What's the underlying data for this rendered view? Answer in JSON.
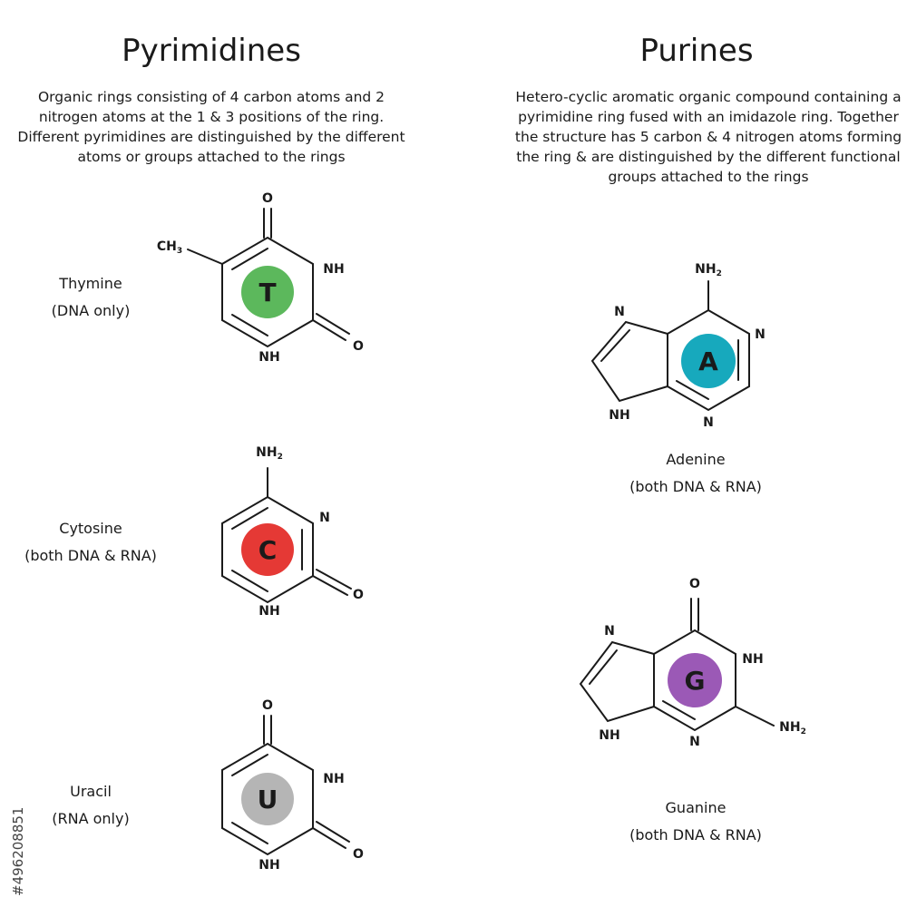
{
  "pyrimidines": {
    "title": "Pyrimidines",
    "description": "Organic rings consisting of 4 carbon atoms and 2 nitrogen atoms at the 1 & 3 positions of the ring. Different pyrimidines are distinguished by the different atoms or groups attached to the rings",
    "bases": [
      {
        "name": "Thymine",
        "scope": "(DNA only)",
        "letter": "T",
        "color": "#5cb85c"
      },
      {
        "name": "Cytosine",
        "scope": "(both DNA & RNA)",
        "letter": "C",
        "color": "#e53935"
      },
      {
        "name": "Uracil",
        "scope": "(RNA only)",
        "letter": "U",
        "color": "#b5b5b5"
      }
    ]
  },
  "purines": {
    "title": "Purines",
    "description": "Hetero-cyclic aromatic organic compound containing a pyrimidine ring fused with an imidazole ring. Together the structure has 5 carbon & 4 nitrogen atoms forming the ring & are distinguished by the different functional groups attached to the rings",
    "bases": [
      {
        "name": "Adenine",
        "scope": "(both DNA & RNA)",
        "letter": "A",
        "color": "#17a9bd"
      },
      {
        "name": "Guanine",
        "scope": "(both DNA & RNA)",
        "letter": "G",
        "color": "#9b59b6"
      }
    ]
  },
  "atoms": {
    "o": "O",
    "nh": "NH",
    "n": "N",
    "nh2": "NH",
    "nh2_sub": "2",
    "ch3": "CH",
    "ch3_sub": "3"
  },
  "image_id": "#496208851"
}
